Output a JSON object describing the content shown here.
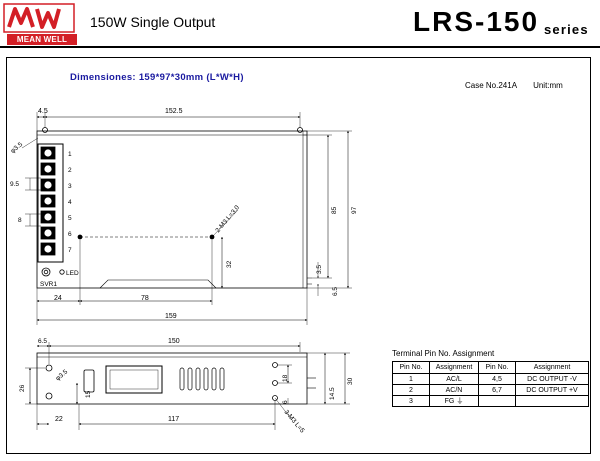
{
  "header": {
    "logo_text": "MEAN WELL",
    "subtitle": "150W Single Output",
    "model": "LRS-150",
    "series": "series"
  },
  "drawing": {
    "dimensions_title": "Dimensiones: 159*97*30mm (L*W*H)",
    "case_no": "Case No.241A",
    "unit": "Unit:mm",
    "top_view": {
      "dim_4_5": "4.5",
      "dim_152_5": "152.5",
      "dim_phi3_5": "φ3.5",
      "dim_9_5": "9.5",
      "dim_8": "8",
      "terminal_numbers": [
        "1",
        "2",
        "3",
        "4",
        "5",
        "6",
        "7"
      ],
      "led_label": "LED",
      "svr_label": "SVR1",
      "screw_label": "2-M3 L=3.0",
      "dim_32": "32",
      "dim_85": "85",
      "dim_97": "97",
      "dim_3_5": "3.5",
      "dim_6_5": "6.5",
      "dim_24": "24",
      "dim_78": "78",
      "dim_159": "159"
    },
    "side_view": {
      "dim_6_5": "6.5",
      "dim_150": "150",
      "dim_26": "26",
      "dim_phi3_5": "φ3.5",
      "dim_15": "15",
      "dim_18": "18",
      "dim_6": "6",
      "dim_14_5": "14.5",
      "dim_30": "30",
      "screw_label": "3-M3 L=5",
      "dim_22": "22",
      "dim_117": "117"
    }
  },
  "pin_table": {
    "title": "Terminal Pin No.  Assignment",
    "headers": [
      "Pin No.",
      "Assignment",
      "Pin No.",
      "Assignment"
    ],
    "rows": [
      [
        "1",
        "AC/L",
        "4,5",
        "DC OUTPUT -V"
      ],
      [
        "2",
        "AC/N",
        "6,7",
        "DC OUTPUT +V"
      ],
      [
        "3",
        "FG ⏚",
        "",
        ""
      ]
    ]
  },
  "colors": {
    "brand_red": "#d31f26",
    "title_blue": "#1a1aa0"
  }
}
